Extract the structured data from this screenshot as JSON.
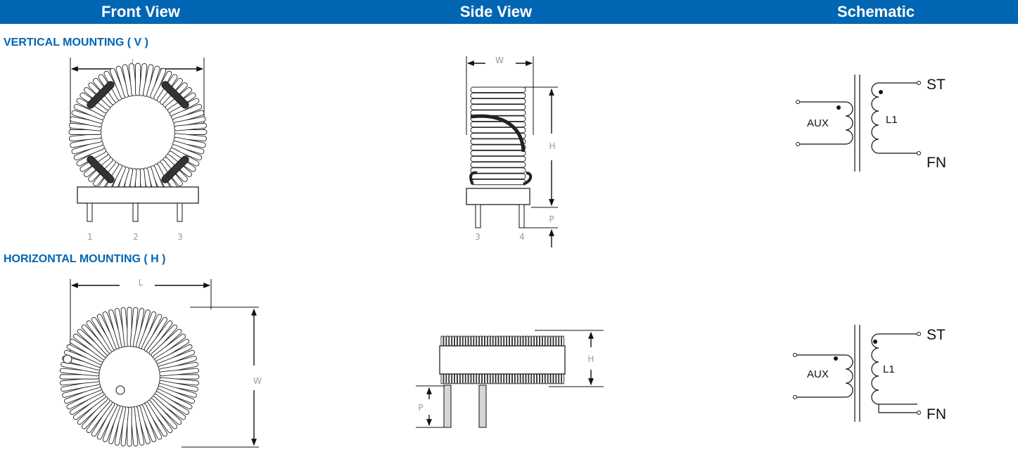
{
  "header": {
    "front_view": "Front View",
    "side_view": "Side View",
    "schematic": "Schematic"
  },
  "sections": {
    "vertical": "VERTICAL MOUNTING ( V )",
    "horizontal": "HORIZONTAL MOUNTING ( H )"
  },
  "dimensions": {
    "length": "L",
    "width": "W",
    "height": "H",
    "pin": "P"
  },
  "pins": {
    "front": [
      "1",
      "2",
      "3"
    ],
    "side": [
      "3",
      "4"
    ]
  },
  "schematic": {
    "start": "ST",
    "finish": "FN",
    "auxiliary": "AUX",
    "winding": "L1"
  },
  "colors": {
    "header_bg": "#0066b3",
    "section_title": "#0066b3"
  }
}
